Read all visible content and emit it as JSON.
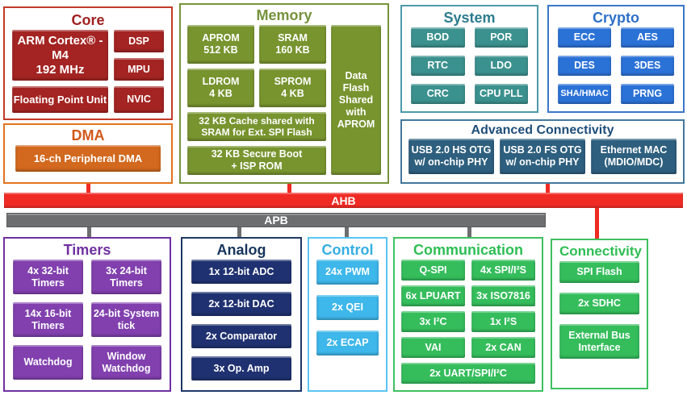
{
  "buses": {
    "ahb_label": "AHB",
    "apb_label": "APB"
  },
  "colors": {
    "core_red": "#A32422",
    "dma_orange": "#D2691E",
    "memory_olive": "#78942F",
    "system_teal": "#3B918E",
    "crypto_blue": "#2B72D7",
    "advanced_connectivity_slate": "#2E5F7E",
    "ahb_red": "#EF2B24",
    "apb_gray": "#6D6E70",
    "timers_purple": "#8140AE",
    "analog_navy": "#1F3170",
    "control_cyan": "#3EB7EA",
    "communication_green": "#35BD5C"
  },
  "panels": {
    "core": {
      "title": "Core",
      "items": [
        "ARM Cortex® -M4\n192 MHz",
        "DSP",
        "MPU",
        "Floating Point Unit",
        "NVIC"
      ]
    },
    "dma": {
      "title": "DMA",
      "items": [
        "16-ch Peripheral DMA"
      ]
    },
    "memory": {
      "title": "Memory",
      "items": [
        "APROM\n512 KB",
        "SRAM\n160 KB",
        "LDROM\n4 KB",
        "SPROM\n4 KB",
        "32 KB Cache shared with\nSRAM for  Ext. SPI Flash",
        "32 KB Secure Boot\n+ ISP ROM",
        "Data\nFlash\nShared\nwith\nAPROM"
      ]
    },
    "system": {
      "title": "System",
      "items": [
        "BOD",
        "POR",
        "RTC",
        "LDO",
        "CRC",
        "CPU PLL"
      ]
    },
    "crypto": {
      "title": "Crypto",
      "items": [
        "ECC",
        "AES",
        "DES",
        "3DES",
        "SHA/HMAC",
        "PRNG"
      ]
    },
    "advanced_connectivity": {
      "title": "Advanced Connectivity",
      "items": [
        "USB 2.0 HS OTG\nw/ on-chip PHY",
        "USB 2.0 FS OTG\nw/ on-chip PHY",
        "Ethernet MAC\n(MDIO/MDC)"
      ]
    },
    "timers": {
      "title": "Timers",
      "items": [
        "4x 32-bit\nTimers",
        "3x 24-bit\nTimers",
        "14x 16-bit\nTimers",
        "24-bit System\ntick",
        "Watchdog",
        "Window\nWatchdog"
      ]
    },
    "analog": {
      "title": "Analog",
      "items": [
        "1x 12-bit ADC",
        "2x 12-bit DAC",
        "2x Comparator",
        "3x Op. Amp"
      ]
    },
    "control": {
      "title": "Control",
      "items": [
        "24x PWM",
        "2x QEI",
        "2x ECAP"
      ]
    },
    "communication": {
      "title": "Communication",
      "items": [
        "Q-SPI",
        "4x SPI/I²S",
        "6x LPUART",
        "3x ISO7816",
        "3x I²C",
        "1x I²S",
        "VAI",
        "2x CAN",
        "2x UART/SPI/I²C"
      ]
    },
    "connectivity": {
      "title": "Connectivity",
      "items": [
        "SPI Flash",
        "2x SDHC",
        "External Bus\nInterface"
      ]
    }
  }
}
